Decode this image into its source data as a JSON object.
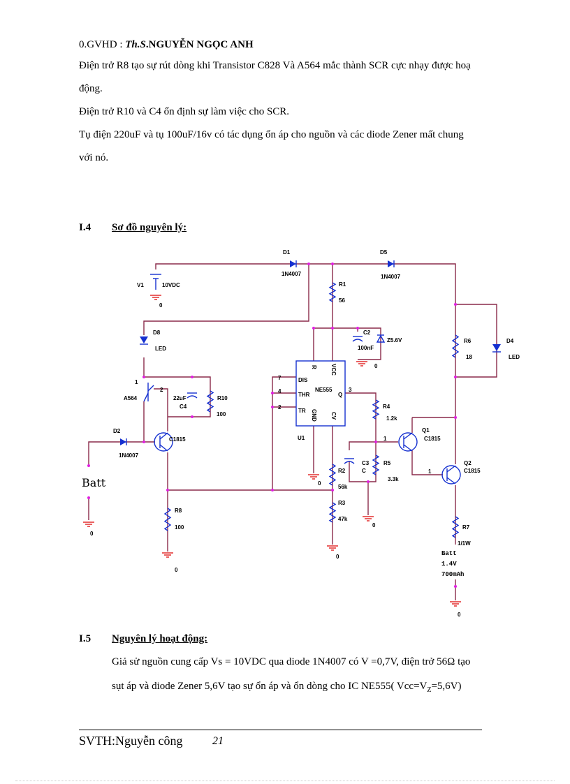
{
  "header": {
    "prefix": "0.GVHD : ",
    "title_abbr": "Th.S",
    "name": ".NGUYỄN NGỌC ANH"
  },
  "intro": [
    "Điện trở R8 tạo sự rút dòng khi Transistor C828 Và A564 mắc thành SCR cực nhạy được hoạ",
    "động.",
    "Điện trở R10 và C4 ổn định sự làm việc cho SCR.",
    "Tụ điện 220uF và tụ 100uF/16v có tác dụng ổn áp cho nguồn và các diode Zener mất chung",
    "với nó."
  ],
  "section_14": {
    "number": "I.4",
    "title": "Sơ đồ nguyên lý:"
  },
  "schematic": {
    "D1": "D1",
    "D1_val": "1N4007",
    "D5": "D5",
    "D5_val": "1N4007",
    "V1": "V1",
    "V1_val": "10VDC",
    "R1": "R1",
    "R1_val": "56",
    "D8": "D8",
    "D8_val": "LED",
    "D4": "D4",
    "D4_val": "LED",
    "C2": "C2",
    "C2_val": "100nF",
    "Z": "Z5.6V",
    "R6": "R6",
    "R6_val": "18",
    "A564": "A564",
    "C4": "C4",
    "C4_val": "22uF",
    "R10": "R10",
    "R10_val": "100",
    "D2": "D2",
    "D2_val": "1N4007",
    "Q_left": "C1815",
    "U1": "U1",
    "IC": "NE555",
    "pin_DIS": "DIS",
    "pin_THR": "THR",
    "pin_TR": "TR",
    "pin_GND": "GND",
    "pin_CV": "CV",
    "pin_Q": "Q",
    "pin_VCC": "VCC",
    "pin_R": "R",
    "R4": "R4",
    "R4_val": "1.2k",
    "Q1": "Q1",
    "Q1_val": "C1815",
    "Q2": "Q2",
    "Q2_val": "C1815",
    "R2": "R2",
    "R2_val": "56k",
    "R3": "R3",
    "R3_val": "47k",
    "C3": "C3",
    "C3_val": "C",
    "R5": "R5",
    "R5_val": "3.3k",
    "R8": "R8",
    "R8_val": "100",
    "R7": "R7",
    "R7_val": "1/1W",
    "batt_left": "Batt",
    "batt_right": "Batt",
    "batt_v": "1.4V",
    "batt_cap": "700mAh",
    "gnd": "0",
    "p1": "1",
    "p2": "2",
    "p3": "3",
    "p4": "4",
    "p7": "7"
  },
  "section_15": {
    "number": "I.5",
    "title": "Nguyên lý hoạt động:"
  },
  "body": [
    "Giả sử nguồn cung cấp Vs = 10VDC qua diode 1N4007 có V =0,7V, điện trở 56Ω tạo",
    "sụt áp và diode Zener 5,6V tạo sự ổn áp và ổn dòng cho IC NE555( Vcc=V",
    "Z",
    "=5,6V)"
  ],
  "footer": {
    "author": "SVTH:Nguyễn  công",
    "page": "21"
  }
}
